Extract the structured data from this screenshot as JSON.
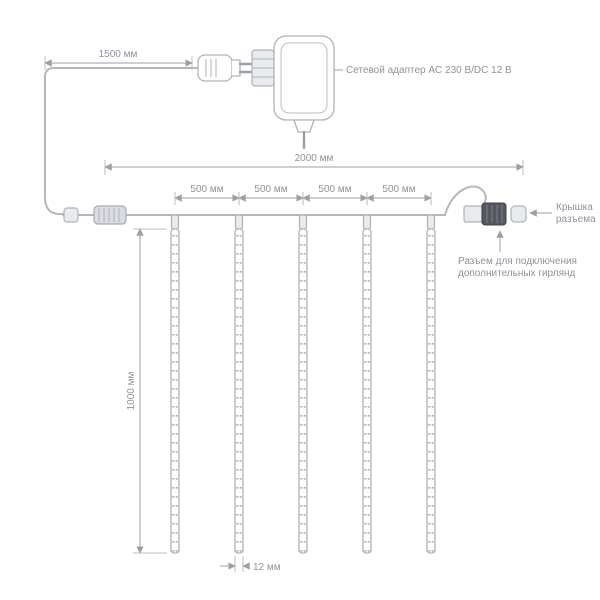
{
  "colors": {
    "line": "#b3b8bf",
    "dimension": "#9aa0a8",
    "text": "#8d939b",
    "connector_dark": "#54585e",
    "connector_light": "#e8eaed"
  },
  "labels": {
    "cord_length": "1500 мм",
    "adapter": "Сетевой адаптер AC 230 В/DC 12 В",
    "total_length": "2000 мм",
    "segments": [
      "500 мм",
      "500 мм",
      "500 мм",
      "500 мм"
    ],
    "tube_length": "1000 мм",
    "tube_width": "12 мм",
    "cap": {
      "line1": "Крышка",
      "line2": "разъема"
    },
    "extra_connector": {
      "line1": "Разъем для подключения",
      "line2": "дополнительных гирлянд"
    }
  }
}
